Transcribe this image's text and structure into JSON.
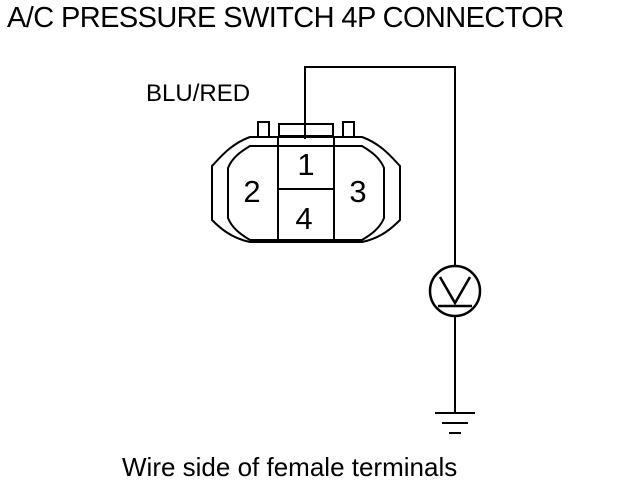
{
  "title": "A/C PRESSURE SWITCH 4P CONNECTOR",
  "wire_color": "BLU/RED",
  "caption": "Wire side of female terminals",
  "terminals": [
    "1",
    "2",
    "3",
    "4"
  ],
  "instrument": "voltmeter-icon",
  "ground": "ground-icon",
  "colors": {
    "line": "#000000",
    "background": "#ffffff"
  }
}
